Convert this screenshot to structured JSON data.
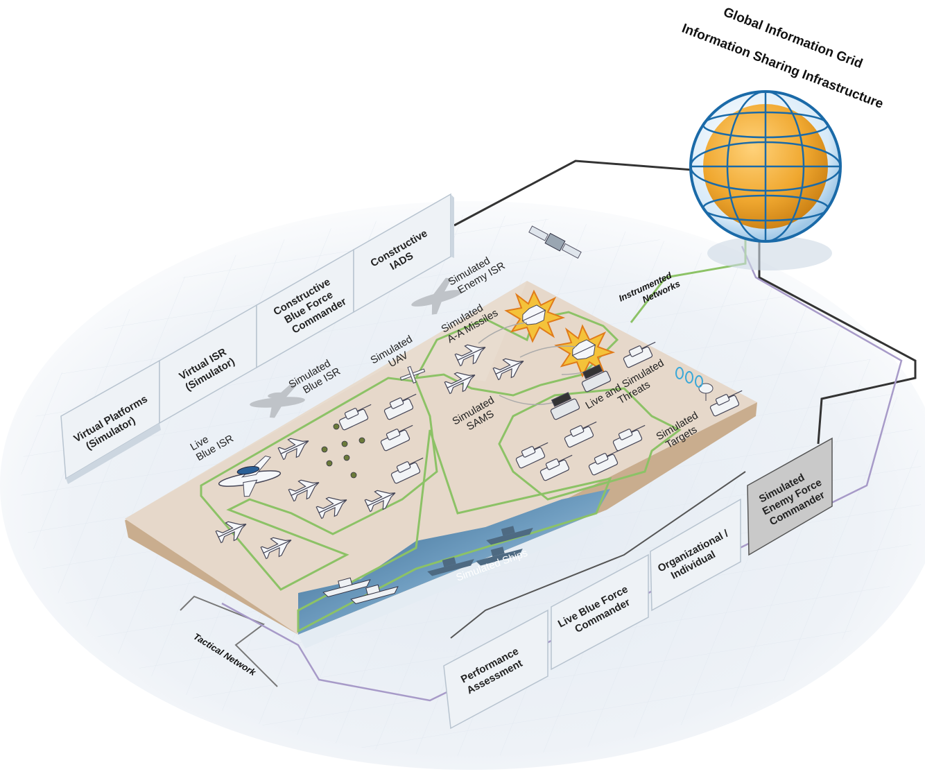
{
  "title": {
    "line1": "Global Information Grid",
    "line2": "Information Sharing Infrastructure"
  },
  "top_panels": [
    {
      "line1": "Virtual Platforms",
      "line2": "(Simulator)",
      "line3": ""
    },
    {
      "line1": "Virtual ISR",
      "line2": "(Simulator)",
      "line3": ""
    },
    {
      "line1": "Constructive",
      "line2": "Blue Force",
      "line3": "Commander"
    },
    {
      "line1": "Constructive",
      "line2": "IADS",
      "line3": ""
    }
  ],
  "bottom_panels": [
    {
      "line1": "Performance",
      "line2": "Assessment",
      "line3": ""
    },
    {
      "line1": "Live Blue Force",
      "line2": "Commander",
      "line3": ""
    },
    {
      "line1": "Organizational /",
      "line2": "Individual",
      "line3": ""
    },
    {
      "line1": "Simulated",
      "line2": "Enemy Force",
      "line3": "Commander"
    }
  ],
  "labels": {
    "live_blue_isr": [
      "Live",
      "Blue ISR"
    ],
    "sim_blue_isr": [
      "Simulated",
      "Blue ISR"
    ],
    "sim_uav": [
      "Simulated",
      "UAV"
    ],
    "sim_enemy_isr": [
      "Simulated",
      "Enemy ISR"
    ],
    "sim_aa_missiles": [
      "Simulated",
      "A-A Missiles"
    ],
    "sim_sams": [
      "Simulated",
      "SAMS"
    ],
    "live_sim_threats": [
      "Live and Simulated",
      "Threats"
    ],
    "sim_targets": [
      "Simulated",
      "Targets"
    ],
    "sim_ships": "Simulated Ships",
    "instrumented_networks": [
      "Instrumented",
      "Networks"
    ],
    "tactical_network": "Tactical Network"
  },
  "colors": {
    "globe_fill": "#f0a830",
    "globe_ring": "#1a6aa8",
    "terrain": "#e5d6c6",
    "terrain_side": "#c9ad8e",
    "water": "#5a8bb0",
    "network_green": "#8cc266",
    "network_purple": "#a79ac8",
    "panel_bg": "#eef2f6",
    "panel_dark": "#c9c9c9"
  }
}
